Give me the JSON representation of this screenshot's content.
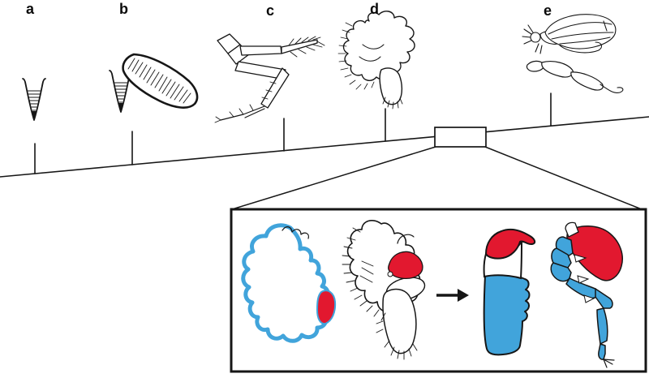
{
  "figure": {
    "panel_labels": [
      "a",
      "b",
      "c",
      "d",
      "e"
    ]
  },
  "colors": {
    "ink": "#161616",
    "red": "#e2182f",
    "blue": "#41a4db",
    "background": "#ffffff"
  }
}
